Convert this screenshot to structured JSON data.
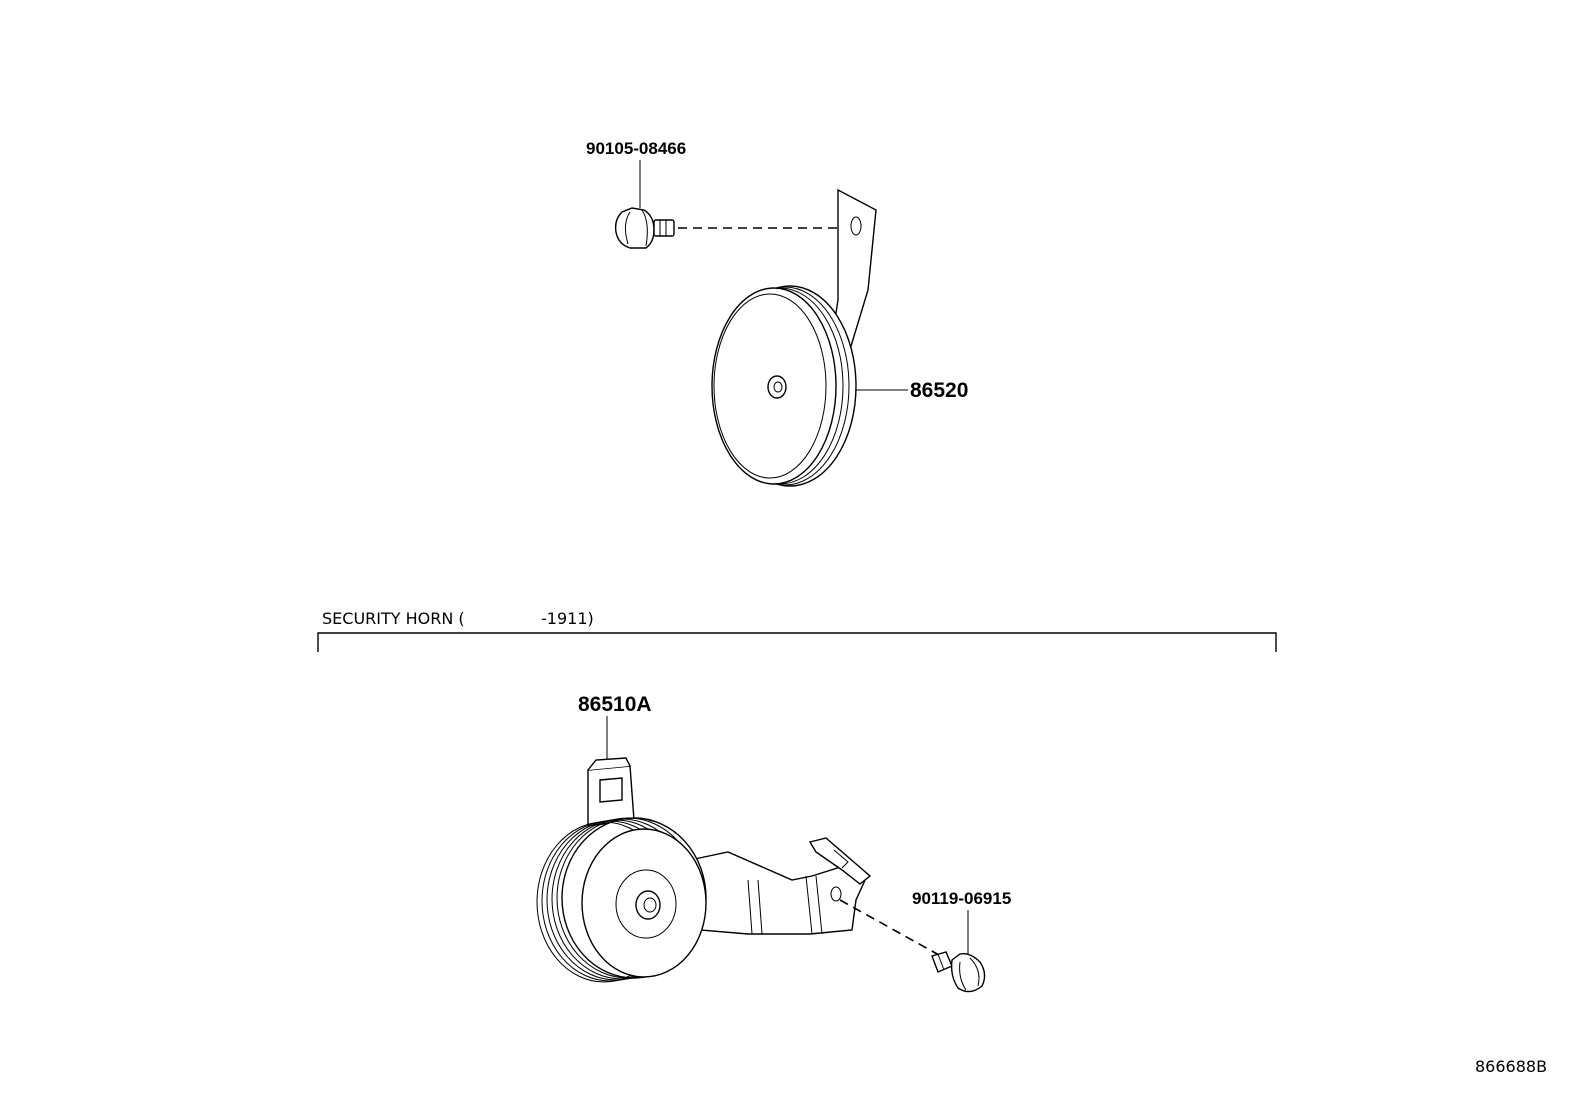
{
  "labels": {
    "bolt_top": "90105-08466",
    "horn_main": "86520",
    "security_horn": "86510A",
    "bolt_bottom": "90119-06915",
    "section_title": "SECURITY HORN (",
    "section_range": "-1911)",
    "diagram_code": "866688B"
  }
}
